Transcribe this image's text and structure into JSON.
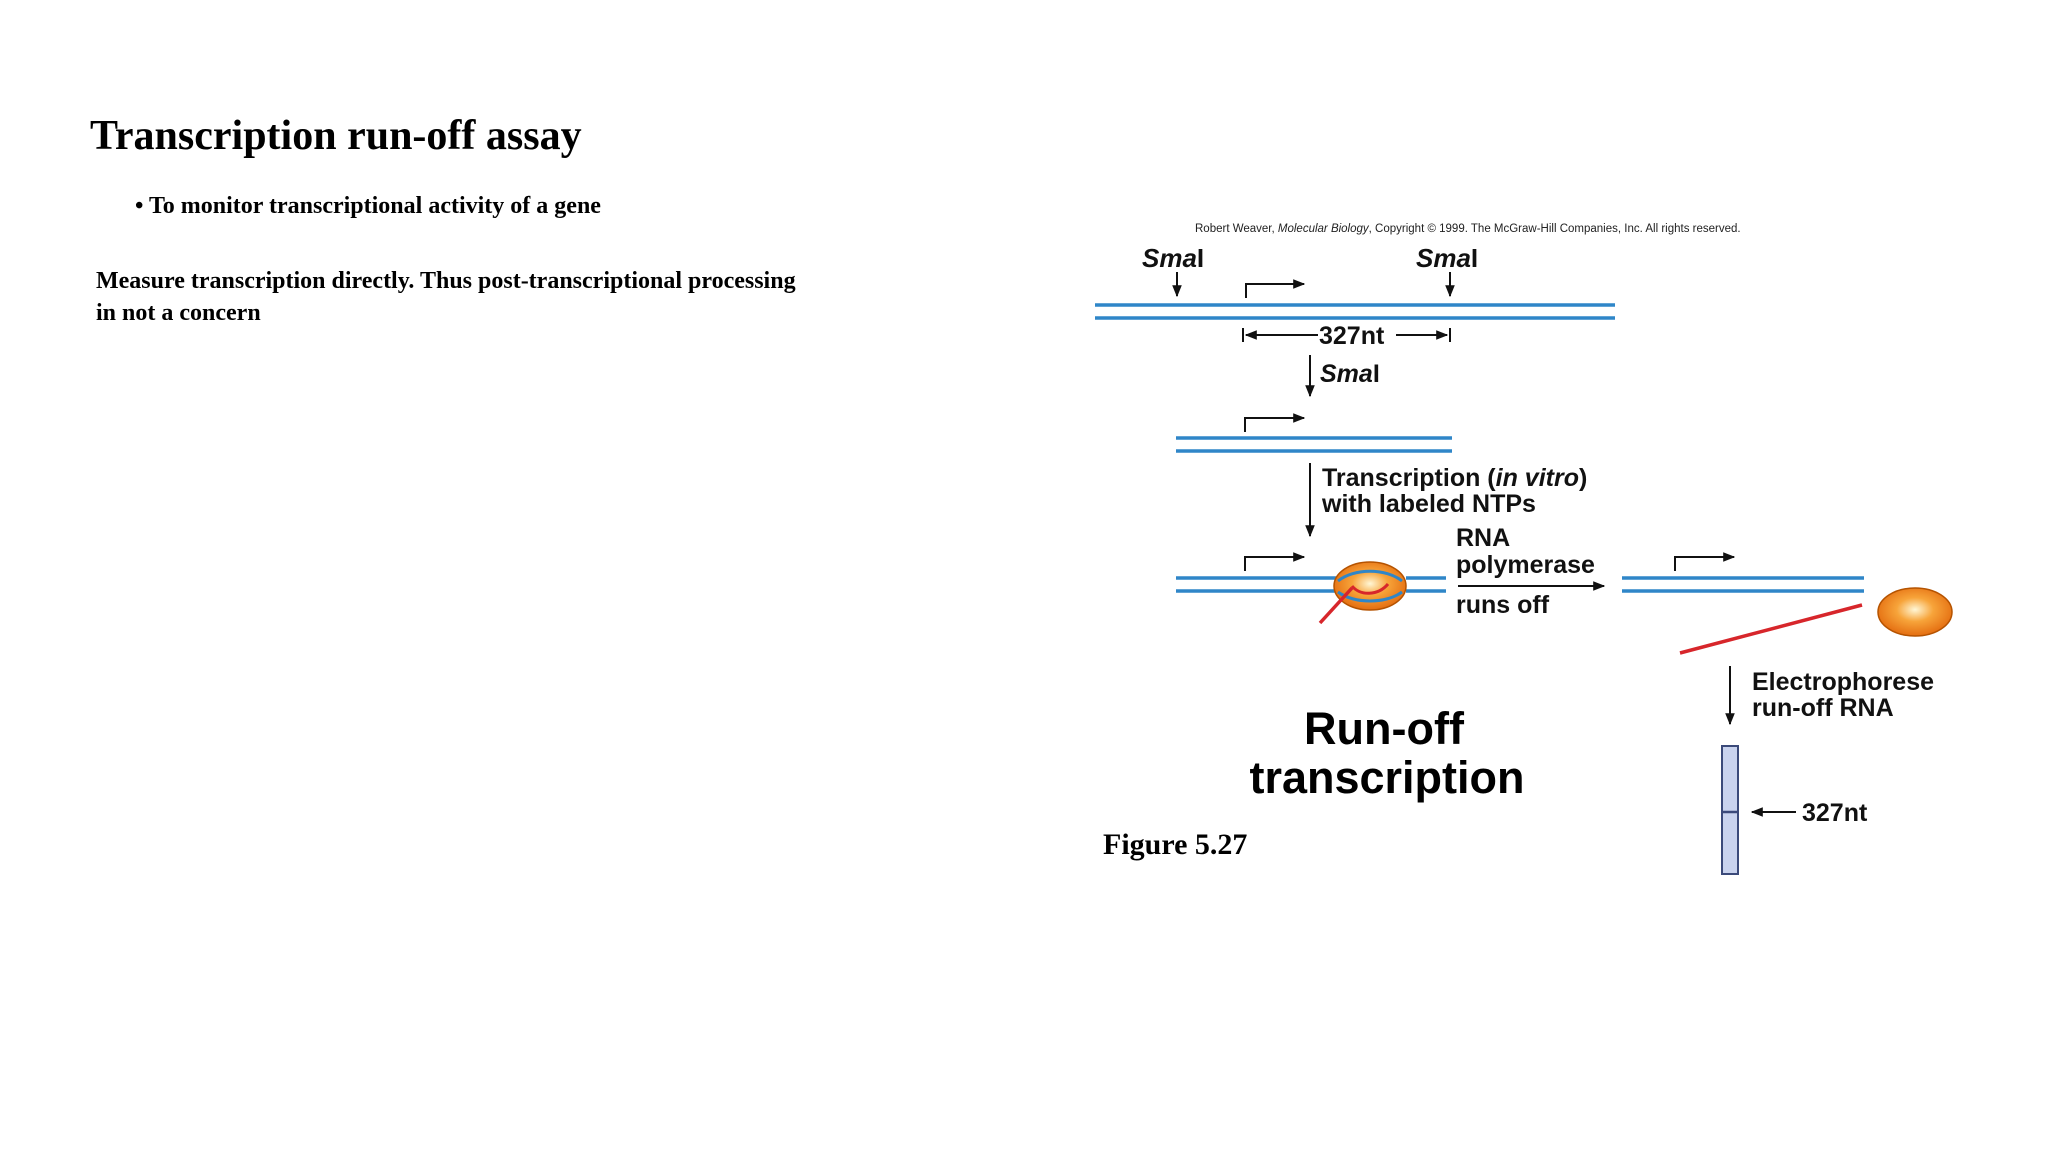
{
  "slide": {
    "title": "Transcription run-off assay",
    "bullet": "• To monitor transcriptional activity of a gene",
    "measure_text": "Measure transcription directly. Thus post-transcriptional processing in not a concern",
    "figure_label": "Figure 5.27"
  },
  "diagram": {
    "credit": {
      "author": "Robert Weaver, ",
      "book": "Molecular Biology",
      "rest": ", Copyright © 1999. The McGraw-Hill Companies, Inc.  All rights reserved."
    },
    "site_left": {
      "italic": "Sma",
      "roman": "I"
    },
    "site_right": {
      "italic": "Sma",
      "roman": "I"
    },
    "site_step": {
      "italic": "Sma",
      "roman": "I"
    },
    "length_label": "327nt",
    "step2_line1": {
      "pre": "Transcription (",
      "italic": "in vitro",
      "post": ")"
    },
    "step2_line2": "with labeled NTPs",
    "rnap_label": [
      "RNA",
      "polymerase"
    ],
    "runs_off": "runs off",
    "electrophorese": [
      "Electrophorese",
      "run-off RNA"
    ],
    "big_title": [
      "Run-off",
      "transcription"
    ],
    "gel_band_label": "327nt",
    "colors": {
      "dna": "#2f86c8",
      "rna": "#d7262b",
      "polymerase": "#f08a1c",
      "gel_lane": "#c9d3ee"
    }
  }
}
